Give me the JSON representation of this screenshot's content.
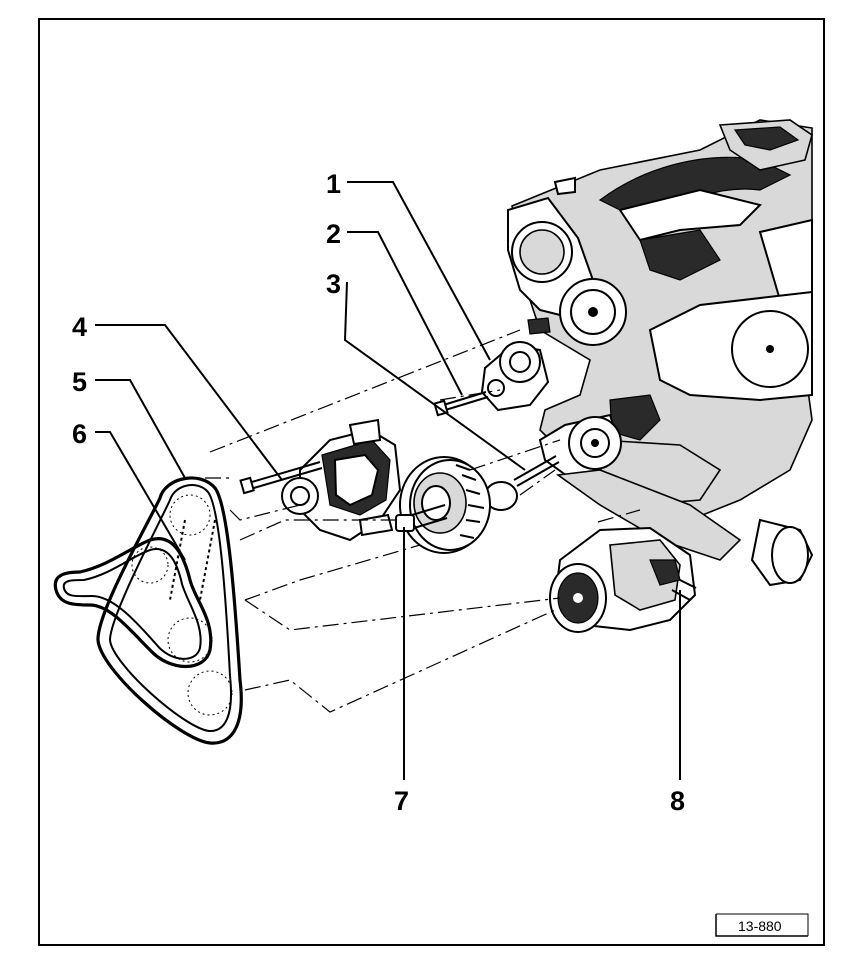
{
  "figure": {
    "reference_number": "13-880",
    "callouts": [
      {
        "id": "1",
        "label": "1"
      },
      {
        "id": "2",
        "label": "2"
      },
      {
        "id": "3",
        "label": "3"
      },
      {
        "id": "4",
        "label": "4"
      },
      {
        "id": "5",
        "label": "5"
      },
      {
        "id": "6",
        "label": "6"
      },
      {
        "id": "7",
        "label": "7"
      },
      {
        "id": "8",
        "label": "8"
      }
    ]
  }
}
